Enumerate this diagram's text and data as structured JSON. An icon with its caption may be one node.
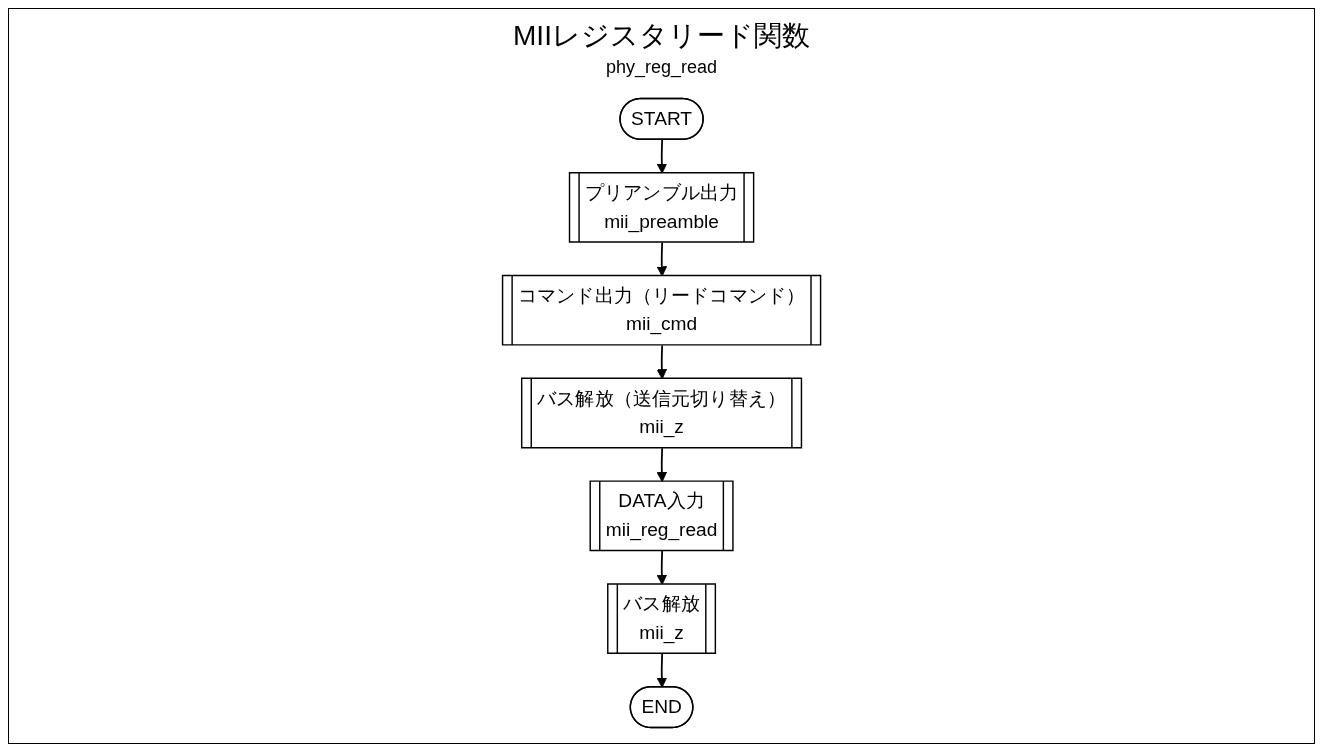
{
  "diagram": {
    "title": "MIIレジスタリード関数",
    "nodes": [
      {
        "text": [
          "START"
        ]
      },
      {
        "text": [
          "プリアンブル出力",
          "mii_preamble"
        ]
      },
      {
        "text": [
          "コマンド出力（リードコマンド）",
          "mii_cmd"
        ]
      },
      {
        "text": [
          "バス解放（送信元切り替え）",
          "mii_z"
        ]
      },
      {
        "text": [
          "DATA入力",
          "mii_reg_read"
        ]
      },
      {
        "text": [
          "バス解放",
          "mii_z"
        ]
      },
      {
        "text": [
          "END"
        ]
      }
    ],
    "edges": [
      {
        "from": 0,
        "to": 1,
        "arrow": "to"
      },
      {
        "from": 1,
        "to": 2,
        "arrow": "to"
      },
      {
        "from": 2,
        "to": 3,
        "arrow": "to"
      },
      {
        "from": 3,
        "to": 4,
        "arrow": "to"
      },
      {
        "from": 4,
        "to": 5,
        "arrow": "to"
      },
      {
        "from": 5,
        "to": 6,
        "arrow": "to"
      }
    ],
    "labels": [
      "phy_reg_read"
    ]
  }
}
